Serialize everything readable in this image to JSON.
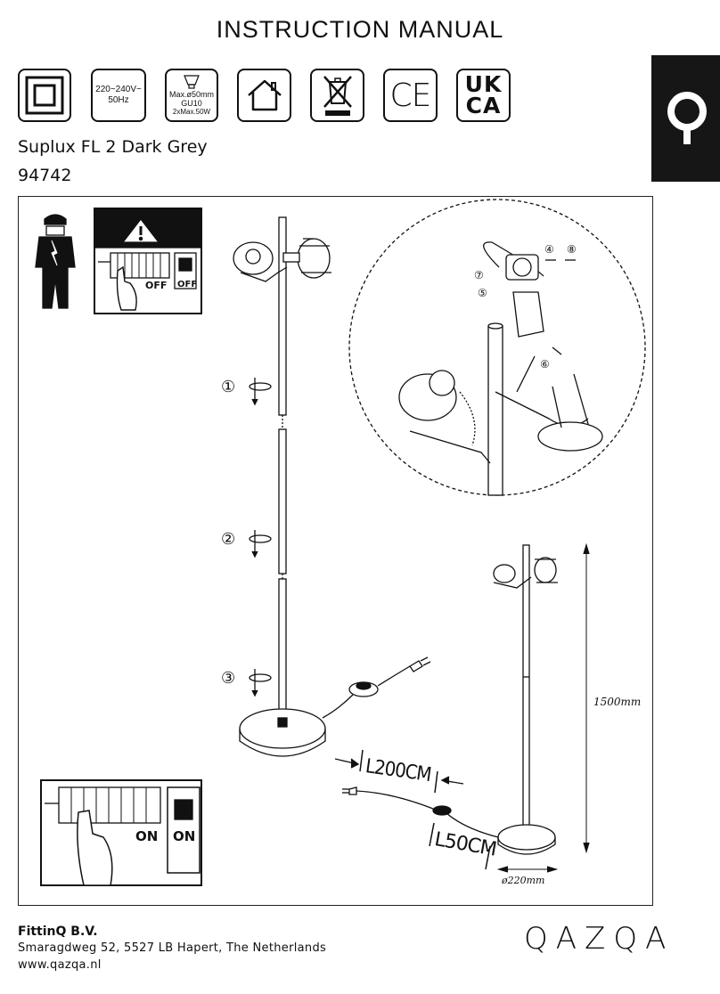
{
  "header": {
    "title": "INSTRUCTION MANUAL",
    "voltage": [
      "220~240V~",
      "50Hz"
    ],
    "bulb": [
      "Max.ø50mm",
      "GU10",
      "2xMax.50W"
    ],
    "ukca": [
      "UK",
      "CA"
    ],
    "ce": "CE"
  },
  "product": {
    "name": "Suplux FL 2 Dark Grey",
    "code": "94742"
  },
  "diagram": {
    "switch_off": [
      "OFF",
      "OFF"
    ],
    "switch_on": [
      "ON",
      "ON"
    ],
    "steps": [
      "①",
      "②",
      "③",
      "④",
      "⑤",
      "⑥",
      "⑦",
      "⑧"
    ],
    "cable_length_1": "L200CM",
    "cable_length_2": "L50CM",
    "height": "1500mm",
    "base_diameter": "ø220mm"
  },
  "footer": {
    "company": "FittinQ B.V.",
    "address": "Smaragdweg 52, 5527 LB Hapert, The Netherlands",
    "website": "www.qazqa.nl",
    "logo": "QAZQA"
  },
  "colors": {
    "ink": "#111111",
    "brand_block": "#161616"
  }
}
